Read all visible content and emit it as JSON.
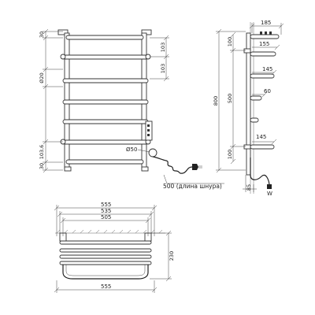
{
  "front_view": {
    "dimensions_left": [
      "30",
      "Ø20",
      "103,6",
      "30"
    ],
    "dimensions_right": [
      "103",
      "103",
      "Ø50"
    ]
  },
  "side_view": {
    "dimensions_top": [
      "185"
    ],
    "dimensions_right": [
      "155",
      "145",
      "60",
      "145"
    ],
    "dimensions_left": [
      "100",
      "800",
      "500",
      "100"
    ],
    "dimensions_bottom": [
      "85"
    ]
  },
  "cord_note": "500 (длина шнура)",
  "top_view": {
    "dimensions_top": [
      "555",
      "535",
      "505"
    ],
    "dimensions_right": [
      "230"
    ],
    "dimensions_bottom": [
      "555"
    ]
  }
}
